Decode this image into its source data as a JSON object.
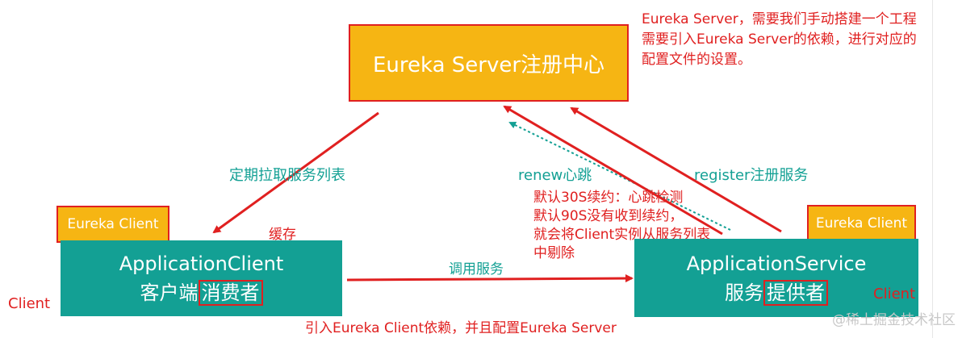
{
  "server": {
    "label": "Eureka Server注册中心"
  },
  "server_note": {
    "lines": [
      "Eureka Server，需要我们手动搭建一个工程",
      "需要引入Eureka Server的依赖，进行对应的",
      "配置文件的设置。"
    ]
  },
  "client_badge_left": "Eureka Client",
  "client_badge_right": "Eureka Client",
  "application_client": {
    "line1": "ApplicationClient",
    "line2_prefix": "客户端",
    "line2_highlight": "消费者"
  },
  "application_service": {
    "line1": "ApplicationService",
    "line2_prefix": "服务",
    "line2_highlight": "提供者"
  },
  "edges": {
    "pull": "定期拉取服务列表",
    "renew": "renew心跳",
    "register": "register注册服务",
    "call": "调用服务"
  },
  "labels": {
    "cache": "缓存",
    "client_left": "Client",
    "client_right": "Client"
  },
  "heartbeat_note": {
    "lines": [
      "默认30S续约：心跳检测",
      "默认90S没有收到续约，",
      "就会将Client实例从服务列表",
      "中剔除"
    ]
  },
  "bottom_note": "引入Eureka Client依赖，并且配置Eureka Server",
  "watermark": "@稀土掘金技术社区",
  "colors": {
    "server": "#f6b513",
    "node": "#13a094",
    "arrow": "#e02020",
    "edge_label": "#13a094"
  }
}
